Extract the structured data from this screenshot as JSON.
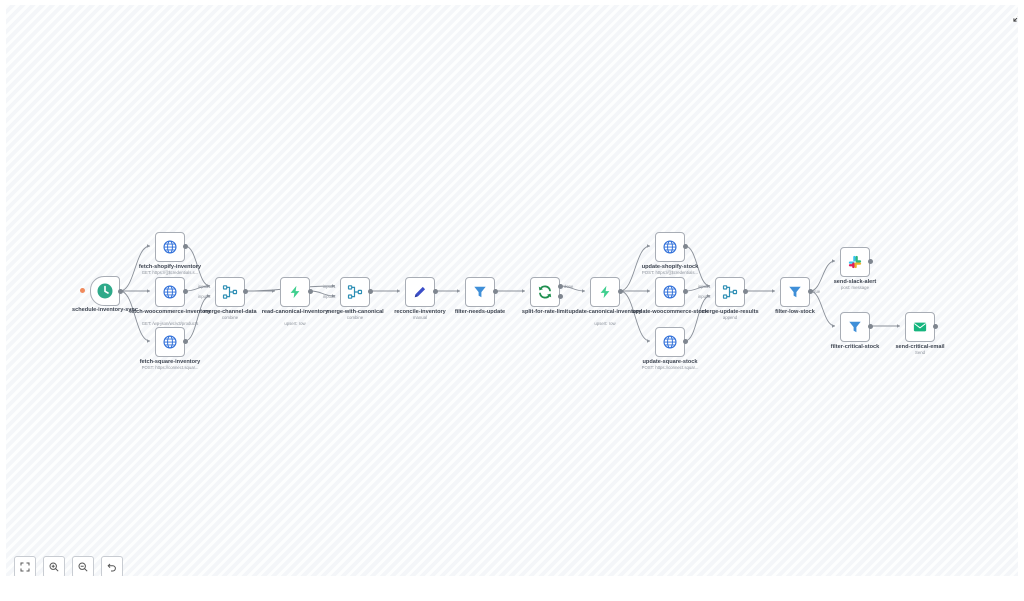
{
  "workflow": {
    "nodes": [
      {
        "id": "schedule",
        "name": "schedule-inventory-sync",
        "subtitle": "",
        "icon": "clock-icon"
      },
      {
        "id": "fetch_shopify",
        "name": "fetch-shopify-inventory",
        "subtitle": "GET: https://{{$credentials.s...",
        "icon": "globe-icon"
      },
      {
        "id": "fetch_woo",
        "name": "fetch-woocommerce-inventory",
        "subtitle": "GET: /wp-json/wc/v3/products",
        "icon": "globe-icon"
      },
      {
        "id": "fetch_square",
        "name": "fetch-square-inventory",
        "subtitle": "POST: https://connect.squar...",
        "icon": "globe-icon"
      },
      {
        "id": "merge_channel",
        "name": "merge-channel-data",
        "subtitle": "combine",
        "icon": "merge-icon"
      },
      {
        "id": "read_canonical",
        "name": "read-canonical-inventory",
        "subtitle": "upsert: row",
        "icon": "bolt-icon"
      },
      {
        "id": "merge_canonical",
        "name": "merge-with-canonical",
        "subtitle": "combine",
        "icon": "merge-icon"
      },
      {
        "id": "reconcile",
        "name": "reconcile-inventory",
        "subtitle": "manual",
        "icon": "pencil-icon"
      },
      {
        "id": "filter_needs",
        "name": "filter-needs-update",
        "subtitle": "",
        "icon": "funnel-icon"
      },
      {
        "id": "split_rate",
        "name": "split-for-rate-limit",
        "subtitle": "",
        "icon": "loop-icon"
      },
      {
        "id": "update_canonical",
        "name": "update-canonical-inventory",
        "subtitle": "upsert: row",
        "icon": "bolt-icon"
      },
      {
        "id": "update_shopify",
        "name": "update-shopify-stock",
        "subtitle": "POST: https://{{$credentials...",
        "icon": "globe-icon"
      },
      {
        "id": "update_woo",
        "name": "update-woocommerce-stock",
        "subtitle": "",
        "icon": "globe-icon"
      },
      {
        "id": "update_square",
        "name": "update-square-stock",
        "subtitle": "POST: https://connect.squar...",
        "icon": "globe-icon"
      },
      {
        "id": "merge_update",
        "name": "merge-update-results",
        "subtitle": "append",
        "icon": "merge-icon"
      },
      {
        "id": "filter_low",
        "name": "filter-low-stock",
        "subtitle": "",
        "icon": "funnel-icon"
      },
      {
        "id": "slack",
        "name": "send-slack-alert",
        "subtitle": "post: message",
        "icon": "slack-icon"
      },
      {
        "id": "filter_critical",
        "name": "filter-critical-stock",
        "subtitle": "",
        "icon": "funnel-icon"
      },
      {
        "id": "email",
        "name": "send-critical-email",
        "subtitle": "Send",
        "icon": "envelope-icon"
      }
    ],
    "port_labels": {
      "merge_channel_in1": "input 1",
      "merge_channel_in2": "input 2",
      "merge_canonical_in1": "input 1",
      "merge_canonical_in2": "input 2",
      "merge_update_in1": "input 1",
      "merge_update_in2": "input 2",
      "split_done": "done",
      "filter_low_true": "true"
    },
    "colors": {
      "http": "#2f6fd9",
      "trigger": "#2ea989",
      "supabase": "#3ecf8e",
      "edit": "#3b4ec8",
      "filter": "#3f8fd8",
      "loop": "#1f8f4f",
      "email": "#16b57e",
      "edge": "#8a9099"
    }
  },
  "controls": {
    "fit_view": "fit-view-icon",
    "zoom_in": "zoom-in-icon",
    "zoom_out": "zoom-out-icon",
    "undo": "undo-icon",
    "fullscreen": "fullscreen-icon"
  }
}
